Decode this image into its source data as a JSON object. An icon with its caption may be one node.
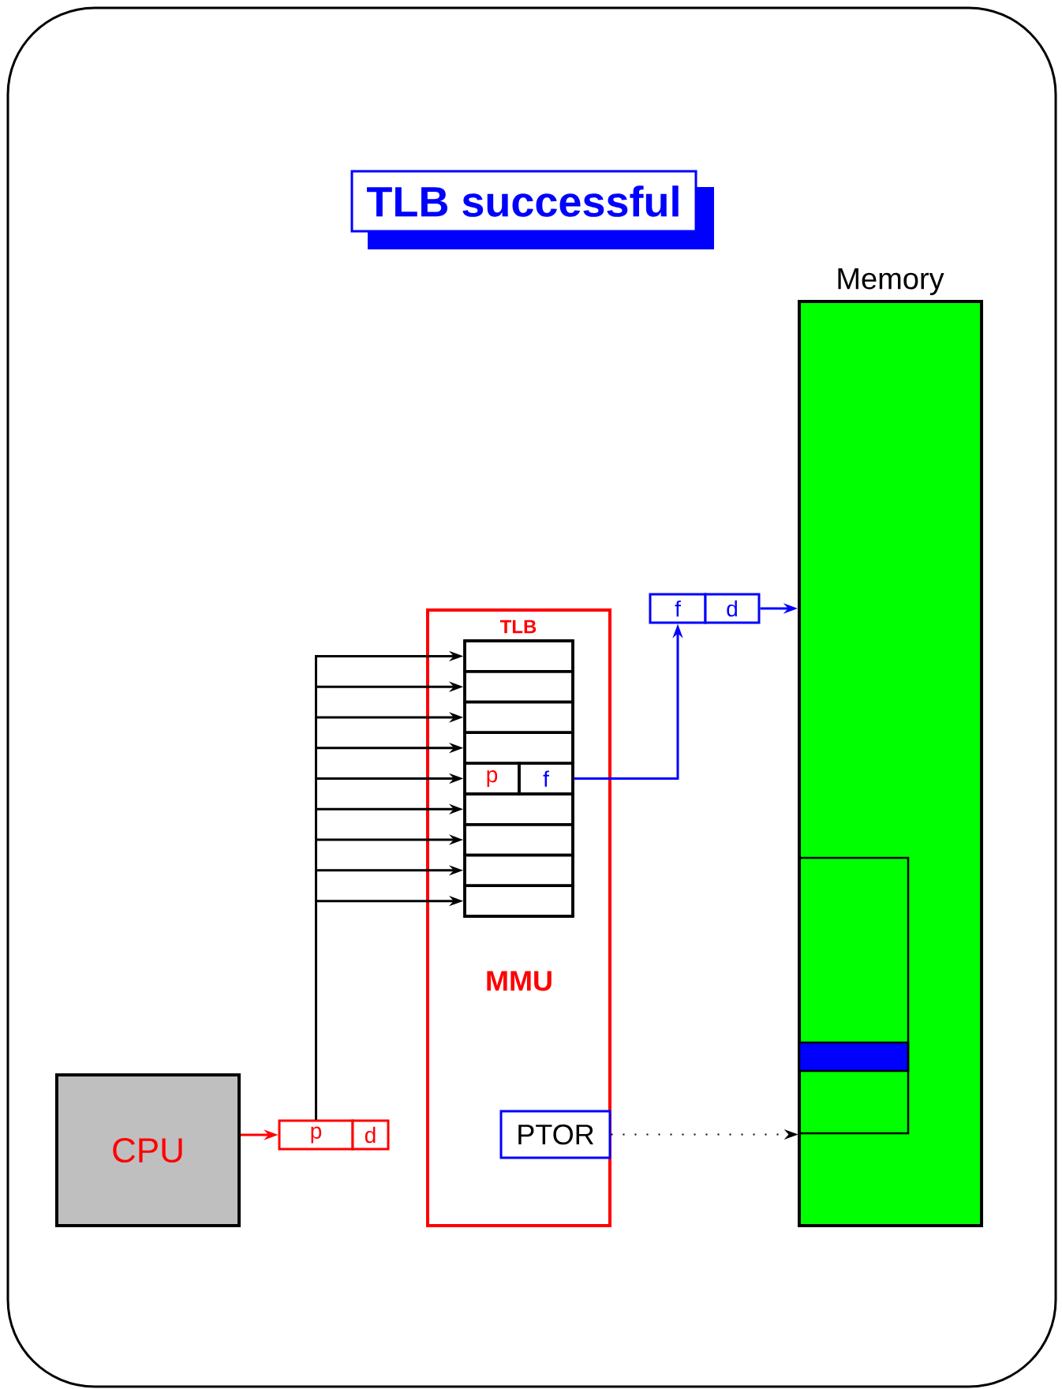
{
  "diagram": {
    "title": "TLB successful",
    "nodes": [
      {
        "text": [
          "Memory"
        ]
      },
      {
        "text": [
          "MMU"
        ]
      },
      {
        "text": [
          "TLB"
        ],
        "in": 1
      },
      {
        "text": [],
        "shape": "box",
        "in": 2
      },
      {
        "text": [],
        "shape": "box",
        "in": 2
      },
      {
        "text": [],
        "shape": "box",
        "in": 2
      },
      {
        "text": [],
        "shape": "box",
        "in": 2
      },
      {
        "text": [
          "p"
        ],
        "in": 2
      },
      {
        "text": [
          "f"
        ],
        "in": 2
      },
      {
        "text": [],
        "shape": "box",
        "in": 2
      },
      {
        "text": [],
        "shape": "box",
        "in": 2
      },
      {
        "text": [],
        "shape": "box",
        "in": 2
      },
      {
        "text": [],
        "shape": "box",
        "in": 2
      },
      {
        "text": [
          "PTOR"
        ],
        "in": 1
      },
      {
        "text": [
          "CPU"
        ]
      },
      {
        "text": [
          "p"
        ]
      },
      {
        "text": [
          "d"
        ]
      },
      {
        "text": [
          "f"
        ]
      },
      {
        "text": [
          "d"
        ]
      },
      {
        "text": [],
        "shape": "box",
        "in": 0
      },
      {
        "text": [],
        "shape": "bar",
        "in": 19
      }
    ],
    "edges": [
      {
        "from": 14,
        "to": 15,
        "arrow": "to",
        "color": "#ff0000"
      },
      {
        "from": 15,
        "to": 3,
        "arrow": "to"
      },
      {
        "from": 15,
        "to": 4,
        "arrow": "to"
      },
      {
        "from": 15,
        "to": 5,
        "arrow": "to"
      },
      {
        "from": 15,
        "to": 6,
        "arrow": "to"
      },
      {
        "from": 15,
        "to": 7,
        "arrow": "to"
      },
      {
        "from": 15,
        "to": 9,
        "arrow": "to"
      },
      {
        "from": 15,
        "to": 10,
        "arrow": "to"
      },
      {
        "from": 15,
        "to": 11,
        "arrow": "to"
      },
      {
        "from": 15,
        "to": 12,
        "arrow": "to"
      },
      {
        "from": 8,
        "to": 17,
        "arrow": "to",
        "color": "#0000ff"
      },
      {
        "from": 18,
        "to": 0,
        "arrow": "to",
        "color": "#0000ff"
      },
      {
        "from": 13,
        "to": 19,
        "arrow": "to",
        "style": "dashed"
      }
    ]
  }
}
